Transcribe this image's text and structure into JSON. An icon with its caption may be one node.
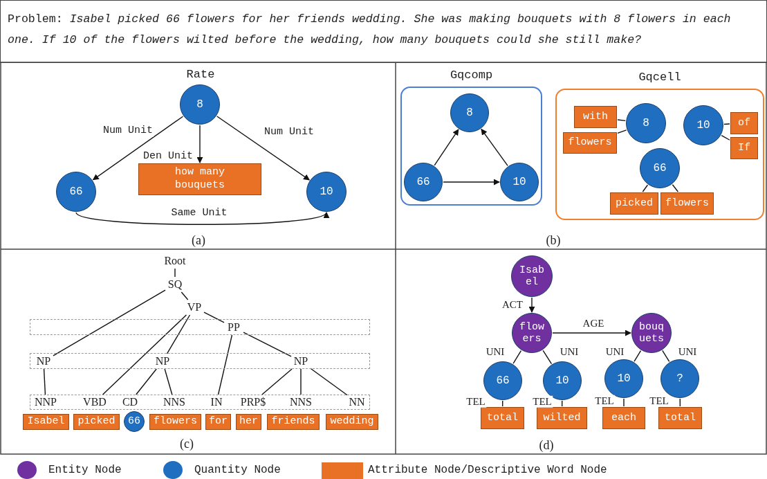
{
  "diagram": {
    "title": "Problem: *Isabel picked 66 flowers for her friends wedding. She was making bouquets with 8 flowers in each one. If 10 of the flowers wilted before the wedding, how many bouquets could she still make?*",
    "nodes": [
      {
        "text": [
          "8"
        ],
        "beside": [
          "Rate"
        ]
      },
      {
        "text": [
          "66"
        ]
      },
      {
        "text": [
          "how many bouquets"
        ]
      },
      {
        "text": [
          "10"
        ]
      },
      {
        "text": [
          "Gqcomp"
        ]
      },
      {
        "text": [
          "8"
        ],
        "in": 4
      },
      {
        "text": [
          "66"
        ],
        "in": 4
      },
      {
        "text": [
          "10"
        ],
        "in": 4
      },
      {
        "text": [
          "Gqcell"
        ]
      },
      {
        "text": [
          "with"
        ],
        "in": 8
      },
      {
        "text": [
          "flowers"
        ],
        "in": 8
      },
      {
        "text": [
          "8"
        ],
        "in": 8
      },
      {
        "text": [
          "10"
        ],
        "in": 8
      },
      {
        "text": [
          "of"
        ],
        "in": 8
      },
      {
        "text": [
          "If"
        ],
        "in": 8
      },
      {
        "text": [
          "66"
        ],
        "in": 8
      },
      {
        "text": [
          "picked"
        ],
        "in": 8
      },
      {
        "text": [
          "flowers"
        ],
        "in": 8
      },
      {
        "text": [],
        "shape": "box"
      },
      {
        "text": [],
        "shape": "box"
      },
      {
        "text": [],
        "shape": "box"
      },
      {
        "text": [
          "Root"
        ]
      },
      {
        "text": [
          "SQ"
        ]
      },
      {
        "text": [
          "VP"
        ]
      },
      {
        "text": [
          "PP"
        ],
        "in": 18
      },
      {
        "text": [
          "NP"
        ],
        "in": 19
      },
      {
        "text": [
          "NP"
        ],
        "in": 19
      },
      {
        "text": [
          "NP"
        ],
        "in": 19
      },
      {
        "text": [
          "NNP"
        ],
        "in": 20
      },
      {
        "text": [
          "VBD"
        ],
        "in": 20
      },
      {
        "text": [
          "CD"
        ],
        "in": 20
      },
      {
        "text": [
          "NNS"
        ],
        "in": 20
      },
      {
        "text": [
          "IN"
        ],
        "in": 20
      },
      {
        "text": [
          "PRP$"
        ],
        "in": 20
      },
      {
        "text": [
          "NNS"
        ],
        "in": 20
      },
      {
        "text": [
          "NN"
        ],
        "in": 20
      },
      {
        "text": [
          "Isabel"
        ]
      },
      {
        "text": [
          "picked"
        ]
      },
      {
        "text": [
          "66"
        ]
      },
      {
        "text": [
          "flowers"
        ]
      },
      {
        "text": [
          "for"
        ]
      },
      {
        "text": [
          "her"
        ]
      },
      {
        "text": [
          "friends"
        ]
      },
      {
        "text": [
          "wedding"
        ]
      },
      {
        "text": [
          "Isabel"
        ]
      },
      {
        "text": [
          "flowers"
        ]
      },
      {
        "text": [
          "bouquets"
        ]
      },
      {
        "text": [
          "66"
        ]
      },
      {
        "text": [
          "10"
        ]
      },
      {
        "text": [
          "10"
        ]
      },
      {
        "text": [
          "?"
        ]
      },
      {
        "text": [
          "total"
        ]
      },
      {
        "text": [
          "wilted"
        ]
      },
      {
        "text": [
          "each"
        ]
      },
      {
        "text": [
          "total"
        ]
      }
    ],
    "edges": [
      {
        "from": 0,
        "to": 1,
        "arrow": "to",
        "label": "Num Unit"
      },
      {
        "from": 0,
        "to": 2,
        "arrow": "to",
        "label": "Den Unit"
      },
      {
        "from": 0,
        "to": 3,
        "arrow": "to",
        "label": "Num Unit"
      },
      {
        "from": 1,
        "to": 3,
        "arrow": "to",
        "label": "Same Unit"
      },
      {
        "from": 6,
        "to": 5,
        "arrow": "to"
      },
      {
        "from": 7,
        "to": 5,
        "arrow": "to"
      },
      {
        "from": 6,
        "to": 7,
        "arrow": "to"
      },
      {
        "from": 9,
        "to": 11,
        "arrow": "none"
      },
      {
        "from": 10,
        "to": 11,
        "arrow": "none"
      },
      {
        "from": 12,
        "to": 13,
        "arrow": "none"
      },
      {
        "from": 12,
        "to": 14,
        "arrow": "none"
      },
      {
        "from": 15,
        "to": 16,
        "arrow": "none"
      },
      {
        "from": 15,
        "to": 17,
        "arrow": "none"
      },
      {
        "from": 21,
        "to": 22,
        "arrow": "none"
      },
      {
        "from": 22,
        "to": 25,
        "arrow": "none"
      },
      {
        "from": 22,
        "to": 23,
        "arrow": "none"
      },
      {
        "from": 23,
        "to": 29,
        "arrow": "none"
      },
      {
        "from": 23,
        "to": 26,
        "arrow": "none"
      },
      {
        "from": 23,
        "to": 24,
        "arrow": "none"
      },
      {
        "from": 24,
        "to": 32,
        "arrow": "none"
      },
      {
        "from": 24,
        "to": 27,
        "arrow": "none"
      },
      {
        "from": 25,
        "to": 28,
        "arrow": "none"
      },
      {
        "from": 26,
        "to": 30,
        "arrow": "none"
      },
      {
        "from": 26,
        "to": 31,
        "arrow": "none"
      },
      {
        "from": 27,
        "to": 33,
        "arrow": "none"
      },
      {
        "from": 27,
        "to": 34,
        "arrow": "none"
      },
      {
        "from": 27,
        "to": 35,
        "arrow": "none"
      },
      {
        "from": 44,
        "to": 45,
        "arrow": "to",
        "label": "ACT"
      },
      {
        "from": 45,
        "to": 46,
        "arrow": "to",
        "label": "AGE"
      },
      {
        "from": 45,
        "to": 47,
        "arrow": "none",
        "label": "UNI"
      },
      {
        "from": 45,
        "to": 48,
        "arrow": "none",
        "label": "UNI"
      },
      {
        "from": 46,
        "to": 49,
        "arrow": "none",
        "label": "UNI"
      },
      {
        "from": 46,
        "to": 50,
        "arrow": "none",
        "label": "UNI"
      },
      {
        "from": 47,
        "to": 51,
        "arrow": "none",
        "label": "TEL"
      },
      {
        "from": 48,
        "to": 52,
        "arrow": "none",
        "label": "TEL"
      },
      {
        "from": 49,
        "to": 53,
        "arrow": "none",
        "label": "TEL"
      },
      {
        "from": 50,
        "to": 54,
        "arrow": "none",
        "label": "TEL"
      }
    ],
    "labels": [
      "(a)",
      "(b)",
      "(c)",
      "(d)"
    ],
    "legend": [
      {
        "text": "Entity Node",
        "color": "#7030a0"
      },
      {
        "text": "Quantity Node",
        "color": "#1f6ebf"
      },
      {
        "text": "Attribute Node/Descriptive Word Node",
        "color": "#e97125"
      }
    ]
  }
}
